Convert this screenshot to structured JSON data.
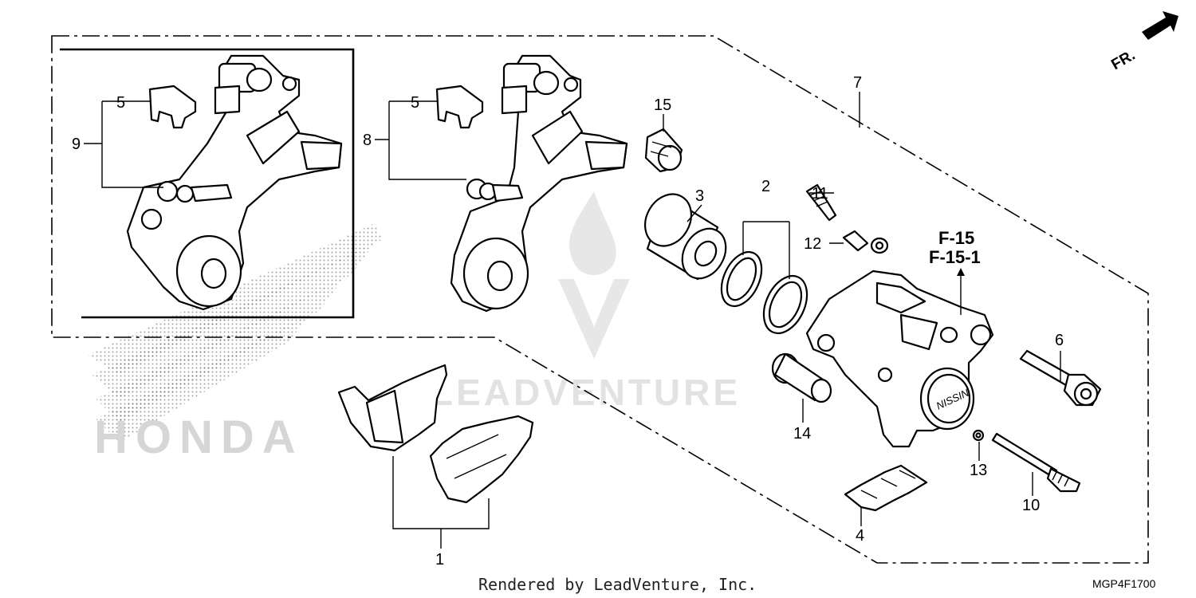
{
  "diagram": {
    "callouts": {
      "c1": "1",
      "c2": "2",
      "c3": "3",
      "c4": "4",
      "c5a": "5",
      "c5b": "5",
      "c6": "6",
      "c7": "7",
      "c8": "8",
      "c9": "9",
      "c10": "10",
      "c11": "11",
      "c12": "12",
      "c13": "13",
      "c14": "14",
      "c15": "15"
    },
    "references": [
      "F-15",
      "F-15-1"
    ],
    "direction_label": "FR.",
    "diagram_code": "MGP4F1700",
    "watermark": {
      "brand": "LEADVENTURE",
      "oem": "HONDA"
    }
  },
  "footer": {
    "credit": "Rendered by LeadVenture, Inc."
  }
}
